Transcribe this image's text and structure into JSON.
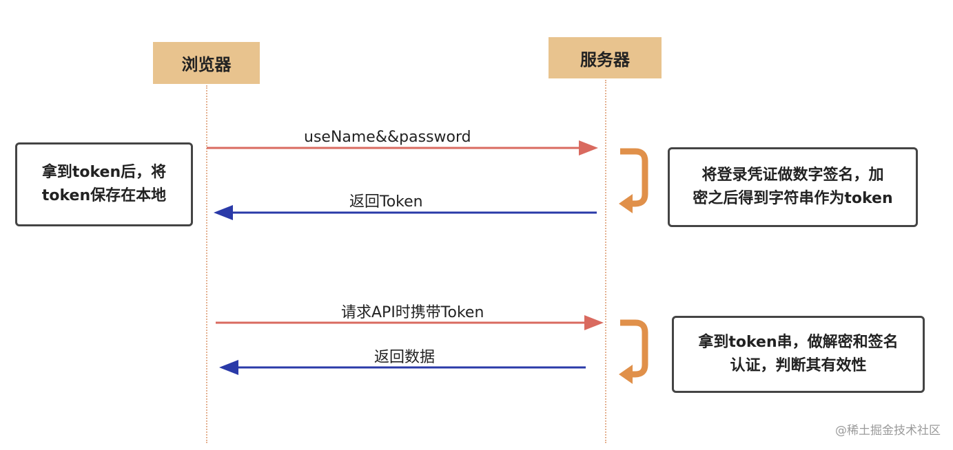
{
  "actors": {
    "browser": "浏览器",
    "server": "服务器"
  },
  "messages": [
    {
      "label": "useName&&password",
      "direction": "right",
      "color": "#d96a5f"
    },
    {
      "label": "返回Token",
      "direction": "left",
      "color": "#2a3aa8"
    },
    {
      "label": "请求API时携带Token",
      "direction": "right",
      "color": "#d96a5f"
    },
    {
      "label": "返回数据",
      "direction": "left",
      "color": "#2a3aa8"
    }
  ],
  "notes": {
    "browser_store": [
      "拿到token后，将",
      "token保存在本地"
    ],
    "server_sign": [
      "将登录凭证做数字签名，加",
      "密之后得到字符串作为token"
    ],
    "server_verify": [
      "拿到token串，做解密和签名",
      "认证，判断其有效性"
    ]
  },
  "colors": {
    "actor_fill": "#e8c38e",
    "self_loop": "#e0904a",
    "lifeline": "#e4b08f"
  },
  "watermark": "@稀土掘金技术社区"
}
